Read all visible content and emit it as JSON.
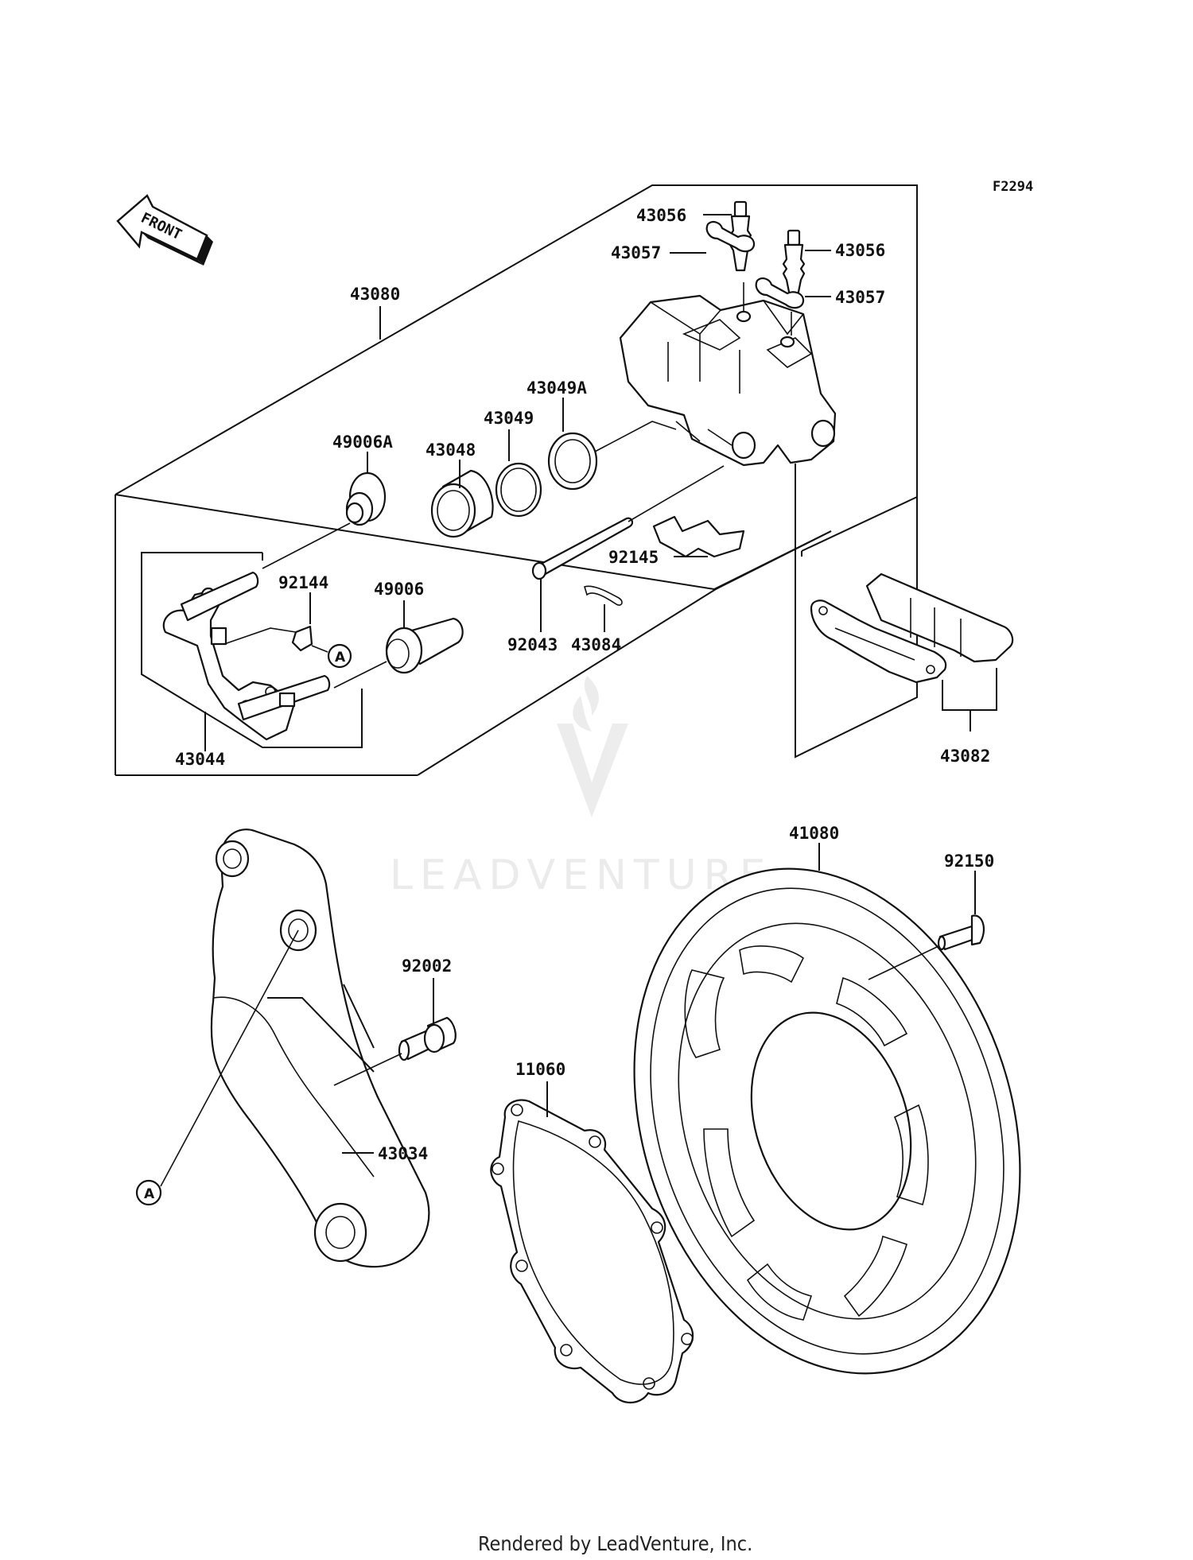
{
  "diagram_code": "F2294",
  "front_label": "FRONT",
  "marker_letter": "A",
  "watermark": "LEADVENTURE",
  "footer": "Rendered by LeadVenture, Inc.",
  "parts": {
    "p43080": "43080",
    "p43056_a": "43056",
    "p43056_b": "43056",
    "p43057_a": "43057",
    "p43057_b": "43057",
    "p43049A": "43049A",
    "p43049": "43049",
    "p43048": "43048",
    "p49006A": "49006A",
    "p49006": "49006",
    "p92144": "92144",
    "p92145": "92145",
    "p92043": "92043",
    "p43084": "43084",
    "p43044": "43044",
    "p43082": "43082",
    "p41080": "41080",
    "p92150": "92150",
    "p92002": "92002",
    "p11060": "11060",
    "p43034": "43034"
  }
}
